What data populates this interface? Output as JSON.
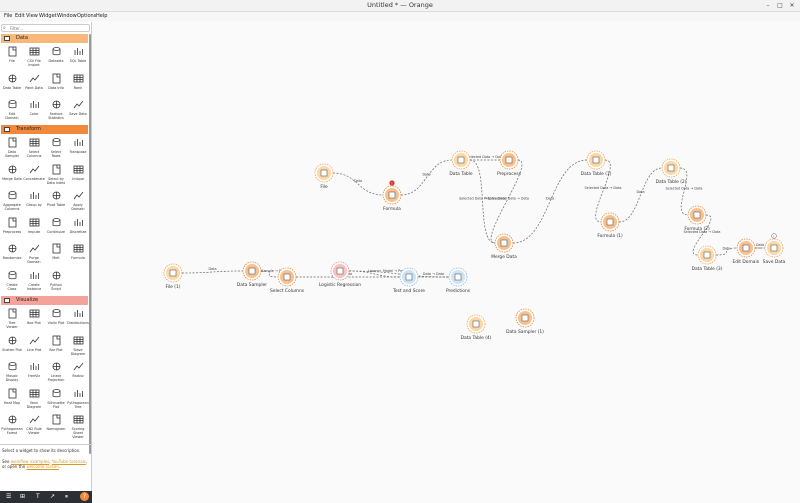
{
  "window": {
    "title": "Untitled * — Orange"
  },
  "menubar": [
    "File",
    "Edit",
    "View",
    "Widget",
    "Window",
    "Options",
    "Help"
  ],
  "sidebar": {
    "search_placeholder": "Filter...",
    "categories": {
      "data": {
        "name": "Data",
        "color": "#f8b87a"
      },
      "transform": {
        "name": "Transform",
        "color": "#f2893a"
      },
      "visualize": {
        "name": "Visualize",
        "color": "#f5a39a"
      }
    },
    "data_widgets": [
      "File",
      "CSV File\nImport",
      "Datasets",
      "SQL Table",
      "Data Table",
      "Paint Data",
      "Data Info",
      "Rank",
      "Edit\nDomain",
      "Color",
      "Feature\nStatistics",
      "Save Data"
    ],
    "transform_widgets": [
      "Data\nSampler",
      "Select\nColumns",
      "Select\nRows",
      "Transpose",
      "Merge Data",
      "Concatenate",
      "Select by\nData Index",
      "Unique",
      "Aggregate\nColumns",
      "Group by",
      "Pivot Table",
      "Apply\nDomain",
      "Preprocess",
      "Impute",
      "Continuize",
      "Discretize",
      "Randomize",
      "Purge\nDomain",
      "Melt",
      "Formula",
      "Create\nClass",
      "Create\nInstance",
      "Python\nScript"
    ],
    "visualize_widgets": [
      "Tree\nViewer",
      "Box Plot",
      "Violin Plot",
      "Distributions",
      "Scatter Plot",
      "Line Plot",
      "Bar Plot",
      "Sieve\nDiagram",
      "Mosaic\nDisplay",
      "FreeViz",
      "Linear\nProjection",
      "Radviz",
      "Heat Map",
      "Venn\nDiagram",
      "Silhouette\nPlot",
      "Pythagorean\nTree",
      "Pythagorean\nForest",
      "CN2 Rule\nViewer",
      "Nomogram",
      "Scoring\nSheet Viewer"
    ]
  },
  "help": {
    "description": "Select a widget to show its description.",
    "see": "See",
    "link1": "workflow examples",
    "comma": ",",
    "link2": "YouTube tutorials",
    "or_open": ", or open the",
    "link3": "welcome screen",
    "period": "."
  },
  "canvas": {
    "nodes": {
      "file": "File",
      "formula": "Formula",
      "data_table": "Data Table",
      "preprocess": "Preprocess",
      "merge_data": "Merge Data",
      "data_table_1": "Data Table (1)",
      "formula_1": "Formula (1)",
      "data_table_2": "Data Table (2)",
      "formula_2": "Formula (2)",
      "data_table_3": "Data Table (3)",
      "edit_domain": "Edit Domain",
      "save_data": "Save Data",
      "file_1": "File (1)",
      "data_sampler": "Data Sampler",
      "select_columns": "Select Columns",
      "logistic_regression": "Logistic Regression",
      "test_and_score": "Test and Score",
      "predictions": "Predictions",
      "data_table_4": "Data Table (4)",
      "data_sampler_1": "Data Sampler (1)"
    },
    "links": {
      "data": "Data",
      "selected_data_data": "Selected Data → Data",
      "preprocessed_data": "Preprocessed Data → Data",
      "selected_data_extra": "Selected Data → Extra Data",
      "data_sample_data": "Data Sample → Data",
      "model_predictors": "Model → Predictors",
      "learner": "Learner",
      "data_arrow_data": "Data → Data"
    },
    "warning_badge": "!",
    "info_badge": "i"
  },
  "bottombar": [
    "☰",
    "⊞",
    "T",
    "↗",
    "⏸",
    "?"
  ]
}
